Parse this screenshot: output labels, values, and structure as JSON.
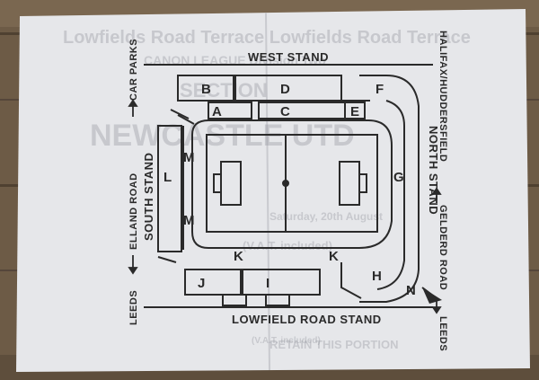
{
  "stands": {
    "west": "WEST STAND",
    "north": "NORTH STAND",
    "south": "SOUTH STAND",
    "lowfield": "LOWFIELD ROAD STAND"
  },
  "roads": {
    "elland": "ELLAND ROAD",
    "car_parks": "CAR PARKS",
    "leeds_left": "LEEDS",
    "halifax": "HALIFAX/HUDDERSFIELD",
    "gelderd": "GELDERD ROAD",
    "leeds_right": "LEEDS"
  },
  "sections": {
    "a": "A",
    "b": "B",
    "c": "C",
    "d": "D",
    "e": "E",
    "f": "F",
    "g": "G",
    "h": "H",
    "i": "I",
    "j": "J",
    "k1": "K",
    "k2": "K",
    "l": "L",
    "m1": "M",
    "m2": "M"
  },
  "compass": "N",
  "ticket_text": {
    "line1": "Lowfields Road Terrace Lowfields Road Terrace",
    "line2": "CANON LEAGUE Division Two",
    "line3": "SECTION",
    "line4": "NEWCASTLE UTD",
    "line5": "Saturday, 20th August",
    "line6": "(V.A.T. included)",
    "line7": "RETAIN THIS PORTION",
    "line8": "(V.A.T. included)"
  },
  "colors": {
    "ink": "#2a2a2a",
    "paper": "#e8e9ec",
    "wood": "#6b5a45"
  }
}
